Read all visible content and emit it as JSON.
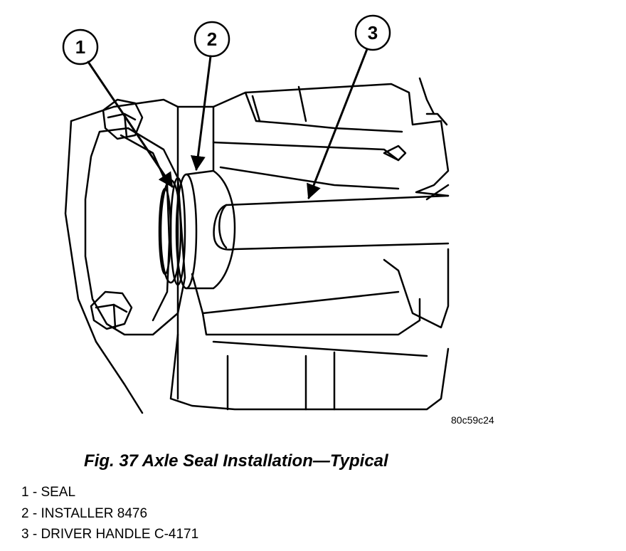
{
  "figure": {
    "image_id": "80c59c24",
    "caption": "Fig. 37 Axle Seal Installation—Typical",
    "callouts": [
      {
        "number": "1",
        "label": "SEAL"
      },
      {
        "number": "2",
        "label": "INSTALLER 8476"
      },
      {
        "number": "3",
        "label": "DRIVER HANDLE C-4171"
      }
    ],
    "legend": [
      "1 - SEAL",
      "2 - INSTALLER 8476",
      "3 - DRIVER HANDLE C-4171"
    ]
  },
  "colors": {
    "ink": "#000000",
    "paper": "#ffffff"
  }
}
